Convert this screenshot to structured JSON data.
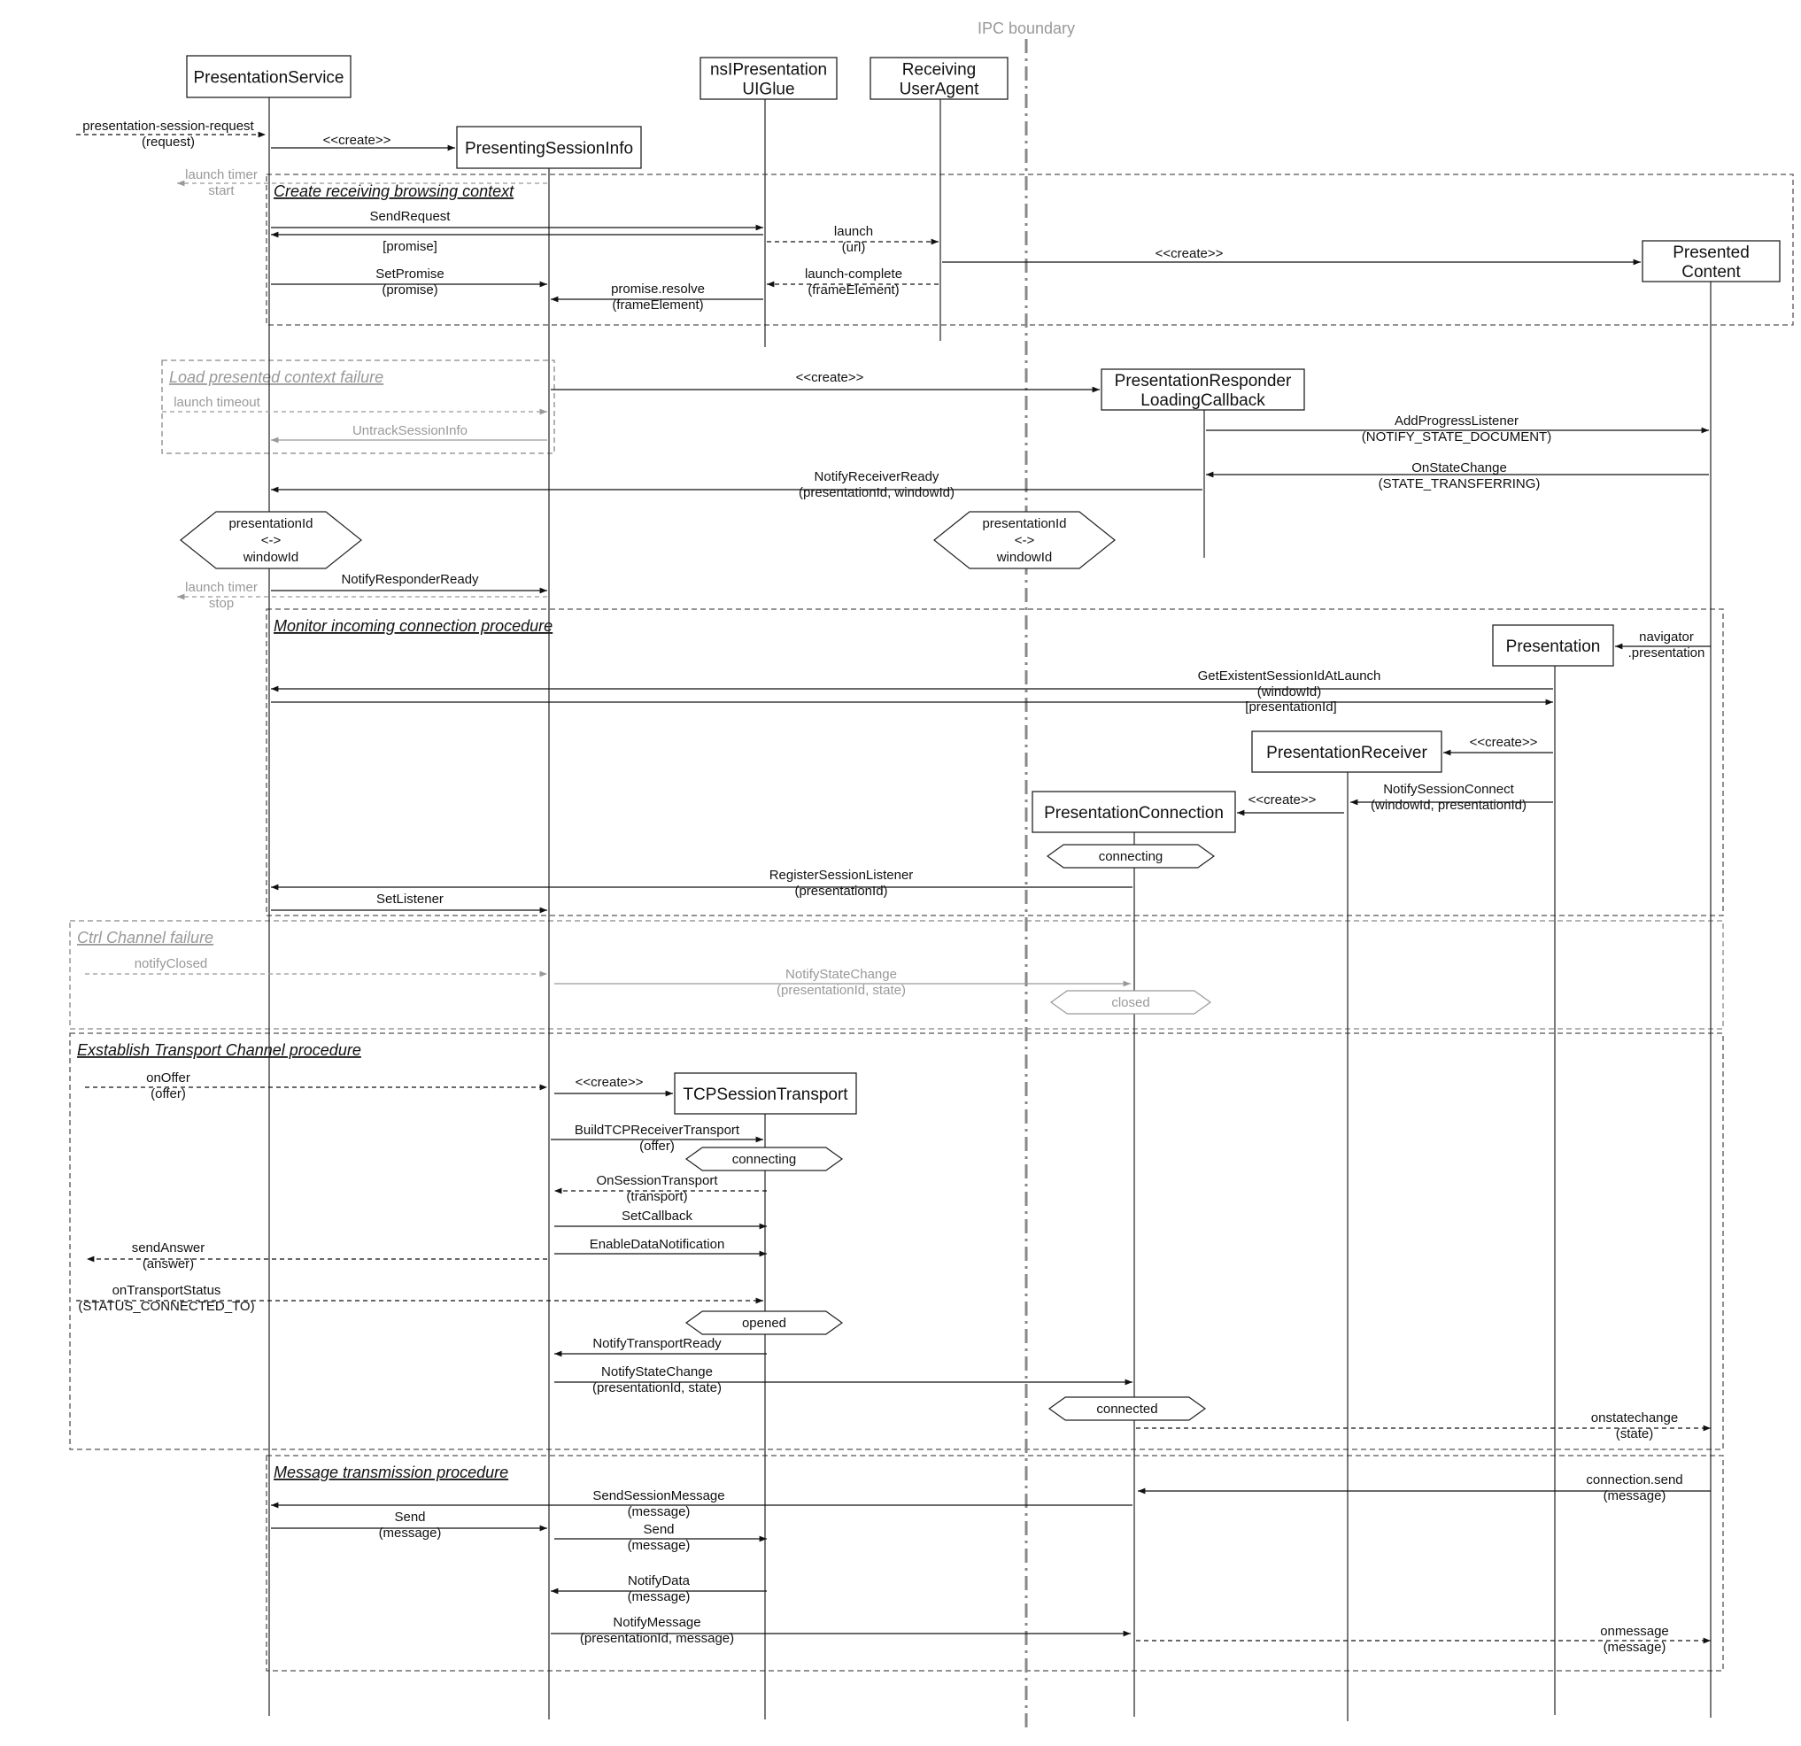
{
  "ipc_boundary_label": "IPC boundary",
  "participants": {
    "presentation_service": [
      "PresentationService"
    ],
    "presenting_session_info": [
      "PresentingSessionInfo"
    ],
    "ui_glue": [
      "nsIPresentation",
      "UIGlue"
    ],
    "receiving_user_agent": [
      "Receiving",
      "UserAgent"
    ],
    "presented_content": [
      "Presented",
      "Content"
    ],
    "responder_loading_callback": [
      "PresentationResponder",
      "LoadingCallback"
    ],
    "presentation": [
      "Presentation"
    ],
    "presentation_receiver": [
      "PresentationReceiver"
    ],
    "presentation_connection": [
      "PresentationConnection"
    ],
    "tcp_session_transport": [
      "TCPSessionTransport"
    ]
  },
  "frames": {
    "create_context": "Create receiving browsing context",
    "load_failure": "Load presented context failure",
    "monitor_incoming": "Monitor incoming connection procedure",
    "ctrl_failure": "Ctrl Channel failure",
    "establish_transport": "Exstablish Transport Channel procedure",
    "message_transmission": "Message transmission procedure"
  },
  "states": {
    "mapping_left": [
      "presentationId",
      "<->",
      "windowId"
    ],
    "mapping_right": [
      "presentationId",
      "<->",
      "windowId"
    ],
    "conn_connecting": "connecting",
    "conn_closed": "closed",
    "conn_connected": "connected",
    "tcp_connecting": "connecting",
    "tcp_opened": "opened"
  },
  "messages": {
    "session_request": [
      "presentation-session-request",
      "(request)"
    ],
    "create_psi": [
      "<<create>>"
    ],
    "launch_timer_start": [
      "launch timer",
      "start"
    ],
    "send_request": [
      "SendRequest"
    ],
    "promise_ret": [
      "[promise]"
    ],
    "launch": [
      "launch",
      "(url)"
    ],
    "create_content": [
      "<<create>>"
    ],
    "set_promise": [
      "SetPromise",
      "(promise)"
    ],
    "promise_resolve": [
      "promise.resolve",
      "(frameElement)"
    ],
    "launch_complete": [
      "launch-complete",
      "(frameElement)"
    ],
    "create_callback": [
      "<<create>>"
    ],
    "launch_timeout": [
      "launch timeout"
    ],
    "untrack": [
      "UntrackSessionInfo"
    ],
    "add_progress": [
      "AddProgressListener",
      "(NOTIFY_STATE_DOCUMENT)"
    ],
    "on_state_change": [
      "OnStateChange",
      "(STATE_TRANSFERRING)"
    ],
    "notify_receiver_ready": [
      "NotifyReceiverReady",
      "(presentationId, windowId)"
    ],
    "notify_responder_ready": [
      "NotifyResponderReady"
    ],
    "launch_timer_stop": [
      "launch timer",
      "stop"
    ],
    "navigator": [
      "navigator",
      ".presentation"
    ],
    "get_existent": [
      "GetExistentSessionIdAtLaunch",
      "(windowId)"
    ],
    "presentation_id_ret": [
      "[presentationId]"
    ],
    "create_receiver": [
      "<<create>>"
    ],
    "notify_session_connect": [
      "NotifySessionConnect",
      "(windowId, presentationId)"
    ],
    "create_connection": [
      "<<create>>"
    ],
    "register_listener": [
      "RegisterSessionListener",
      "(presentationId)"
    ],
    "set_listener": [
      "SetListener"
    ],
    "notify_closed": [
      "notifyClosed"
    ],
    "notify_state_change_closed": [
      "NotifyStateChange",
      "(presentationId, state)"
    ],
    "on_offer": [
      "onOffer",
      "(offer)"
    ],
    "create_tcp": [
      "<<create>>"
    ],
    "build_tcp": [
      "BuildTCPReceiverTransport",
      "(offer)"
    ],
    "on_session_transport": [
      "OnSessionTransport",
      "(transport)"
    ],
    "set_callback": [
      "SetCallback"
    ],
    "enable_data": [
      "EnableDataNotification"
    ],
    "send_answer": [
      "sendAnswer",
      "(answer)"
    ],
    "on_transport_status": [
      "onTransportStatus",
      "(STATUS_CONNECTED_TO)"
    ],
    "notify_transport_ready": [
      "NotifyTransportReady"
    ],
    "notify_state_change": [
      "NotifyStateChange",
      "(presentationId, state)"
    ],
    "onstatechange": [
      "onstatechange",
      "(state)"
    ],
    "connection_send": [
      "connection.send",
      "(message)"
    ],
    "send_session_message": [
      "SendSessionMessage",
      "(message)"
    ],
    "send_1": [
      "Send",
      "(message)"
    ],
    "send_2": [
      "Send",
      "(message)"
    ],
    "notify_data": [
      "NotifyData",
      "(message)"
    ],
    "notify_message": [
      "NotifyMessage",
      "(presentationId, message)"
    ],
    "onmessage": [
      "onmessage",
      "(message)"
    ]
  }
}
